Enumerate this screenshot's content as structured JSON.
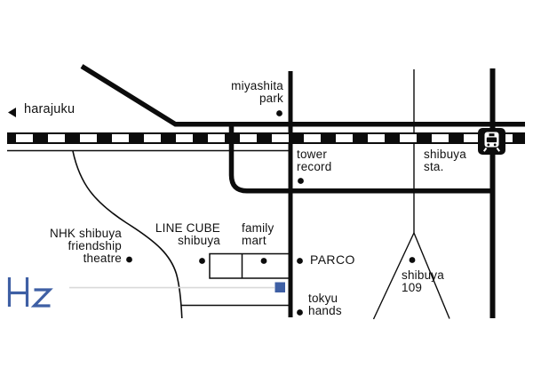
{
  "brand": {
    "logo_text": "Hz",
    "accent_color": "#3e5fa4"
  },
  "map_colors": {
    "road": "#0c0c0c",
    "guide_line": "#d9d9d9",
    "background": "#ffffff"
  },
  "direction_sign": {
    "label": "harajuku"
  },
  "station": {
    "shibuya": {
      "line1": "shibuya",
      "line2": "sta."
    }
  },
  "pois": {
    "miyashita_park": {
      "line1": "miyashita",
      "line2": "park"
    },
    "tower_record": {
      "line1": "tower",
      "line2": "record"
    },
    "nhk_theatre": {
      "line1": "NHK shibuya",
      "line2": "friendship",
      "line3": "theatre"
    },
    "line_cube": {
      "line1": "LINE CUBE",
      "line2": "shibuya"
    },
    "family_mart": {
      "line1": "family",
      "line2": "mart"
    },
    "parco": {
      "label": "PARCO"
    },
    "tokyu_hands": {
      "line1": "tokyu",
      "line2": "hands"
    },
    "shibuya_109": {
      "line1": "shibuya",
      "line2": "109"
    }
  }
}
